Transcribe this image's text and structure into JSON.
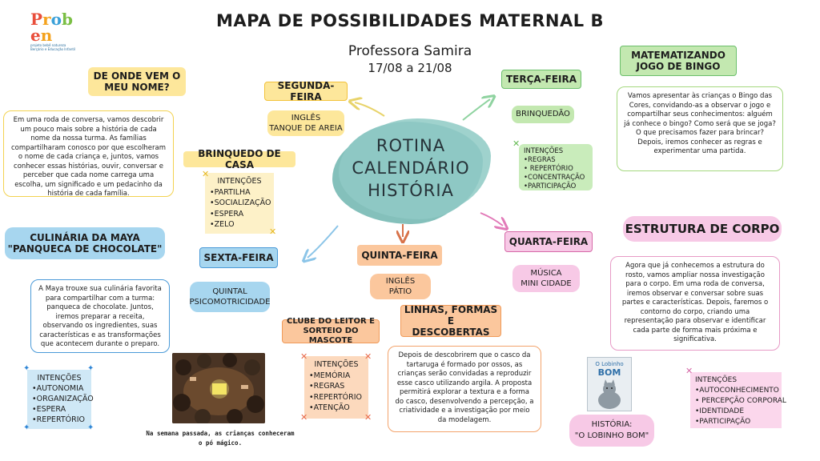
{
  "logo": {
    "letters": [
      "P",
      "r",
      "o",
      "b",
      "e",
      "n"
    ],
    "letter_colors": [
      "#e94e3b",
      "#f4a21d",
      "#3aa0d8",
      "#7bbf45",
      "#e94e3b",
      "#f4a21d"
    ],
    "tagline_1": "projeto bebê natureza",
    "tagline_2": "Berçário e Educação Infantil"
  },
  "header": {
    "title": "MAPA DE POSSIBILIDADES MATERNAL B",
    "teacher": "Professora Samira",
    "dates": "17/08 a 21/08"
  },
  "center": {
    "line1": "ROTINA",
    "line2": "CALENDÁRIO",
    "line3": "HISTÓRIA"
  },
  "monday": {
    "label": "SEGUNDA-FEIRA",
    "activity_1": "INGLÊS",
    "activity_2": "TANQUE DE AREIA"
  },
  "name_origin": {
    "title_1": "DE ONDE VEM O",
    "title_2": "MEU NOME?",
    "text": "Em uma roda de conversa, vamos descobrir um pouco mais sobre a história de cada nome da nossa turma. As famílias compartilharam conosco por que escolheram o nome de cada criança e, juntos, vamos conhecer essas histórias, ouvir, conversar e perceber que cada nome carrega uma escolha, um significado e um pedacinho da história de cada família."
  },
  "home_toy": {
    "label": "BRINQUEDO DE CASA",
    "intent_title": "INTENÇÕES",
    "intents": [
      "•PARTILHA",
      "•SOCIALIZAÇÃO",
      "•ESPERA",
      "•ZELO"
    ]
  },
  "tuesday": {
    "label": "TERÇA-FEIRA",
    "activity": "BRINQUEDÃO",
    "intent_title": "INTENÇÕES",
    "intents": [
      "•REGRAS",
      "• REPERTÓRIO",
      "•CONCENTRAÇÃO",
      "•PARTICIPAÇÃO"
    ]
  },
  "bingo": {
    "title_1": "MATEMATIZANDO",
    "title_2": "JOGO DE BINGO",
    "text": "Vamos apresentar às crianças o Bingo das Cores, convidando-as a observar o jogo e compartilhar seus conhecimentos: alguém já conhece o bingo? Como será que se joga? O que precisamos fazer para brincar? Depois, iremos conhecer as regras e experimentar uma partida."
  },
  "cooking": {
    "title_1": "CULINÁRIA DA MAYA",
    "title_2": "\"PANQUECA DE CHOCOLATE\"",
    "text": "A Maya trouxe sua culinária favorita para compartilhar com a turma: panqueca de chocolate. Juntos, iremos preparar a receita, observando os ingredientes, suas características e as transformações que acontecem durante o preparo.",
    "intent_title": "INTENÇÕES",
    "intents": [
      "•AUTONOMIA",
      "•ORGANIZAÇÃO",
      "•ESPERA",
      "•REPERTÓRIO"
    ]
  },
  "friday": {
    "label": "SEXTA-FEIRA",
    "activity_1": "QUINTAL",
    "activity_2": "PSICOMOTRICIDADE"
  },
  "thursday": {
    "label": "QUINTA-FEIRA",
    "activity_1": "INGLÊS",
    "activity_2": "PÁTIO"
  },
  "wednesday": {
    "label": "QUARTA-FEIRA",
    "activity_1": "MÚSICA",
    "activity_2": "MINI CIDADE"
  },
  "body_structure": {
    "title": "ESTRUTURA DE CORPO",
    "text": "Agora que já conhecemos a estrutura do rosto, vamos ampliar nossa investigação para o corpo. Em uma roda de conversa, iremos observar e conversar sobre suas partes e características. Depois, faremos o contorno do corpo, criando uma representação para observar e identificar cada parte de forma mais próxima e significativa.",
    "intent_title": "INTENÇÕES",
    "intents": [
      "•AUTOCONHECIMENTO",
      "• PERCEPÇÃO CORPORAL",
      "•IDENTIDADE",
      "•PARTICIPAÇÃO"
    ]
  },
  "reading_club": {
    "title_1": "CLUBE DO LEITOR E",
    "title_2": "SORTEIO DO MASCOTE",
    "intent_title": "INTENÇÕES",
    "intents": [
      "•MEMÓRIA",
      "•REGRAS",
      "•REPERTÓRIO",
      "•ATENÇÃO"
    ]
  },
  "shapes": {
    "title_1": "LINHAS, FORMAS E",
    "title_2": "DESCOBERTAS",
    "text": "Depois de descobrirem que o casco da tartaruga é formado por ossos, as crianças serão convidadas a reproduzir esse casco utilizando argila. A proposta permitirá explorar a textura e a forma do casco, desenvolvendo a percepção, a criatividade e a investigação por meio da modelagem."
  },
  "photo_caption": {
    "line1": "Na semana passada, as crianças conheceram",
    "line2": "o pó mágico."
  },
  "story": {
    "book_title_1": "O Lobinho",
    "book_title_2": "BOM",
    "label_1": "HISTÓRIA:",
    "label_2": "\"O LOBINHO BOM\""
  },
  "colors": {
    "blob": "#8ec8c4",
    "yellow": "#fde79b",
    "blue": "#a7d6ef",
    "orange": "#fbc79d",
    "green": "#c3e8b0",
    "pink": "#f7c9e6"
  }
}
